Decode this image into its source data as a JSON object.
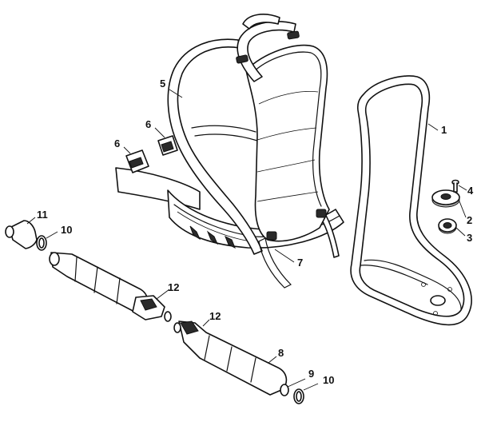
{
  "callouts": {
    "c1": "1",
    "c2": "2",
    "c3": "3",
    "c4": "4",
    "c5": "5",
    "c6a": "6",
    "c6b": "6",
    "c7": "7",
    "c8": "8",
    "c9": "9",
    "c10a": "10",
    "c10b": "10",
    "c11": "11",
    "c12a": "12",
    "c12b": "12"
  }
}
